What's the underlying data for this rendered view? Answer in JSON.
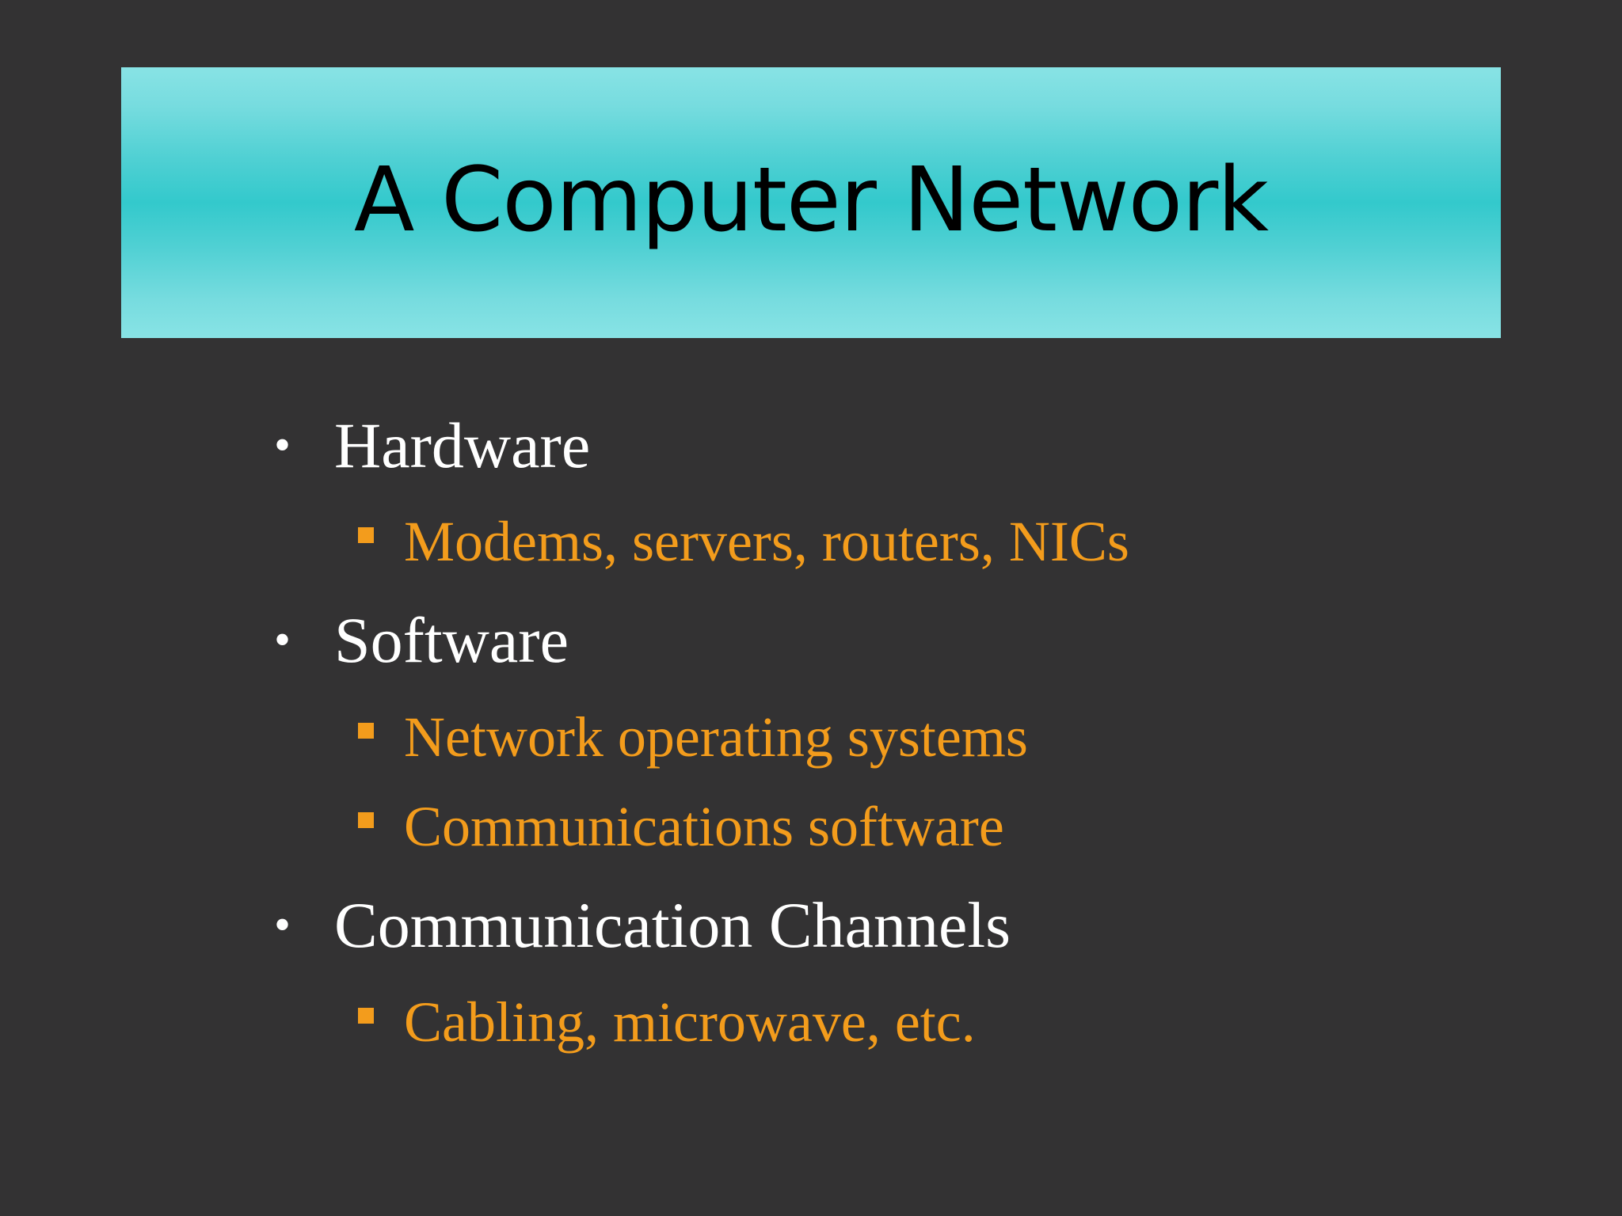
{
  "slide": {
    "title": "A Computer Network",
    "bullets": [
      {
        "label": "Hardware",
        "subitems": [
          "Modems, servers, routers, NICs"
        ]
      },
      {
        "label": "Software",
        "subitems": [
          "Network operating systems",
          "Communications software"
        ]
      },
      {
        "label": "Communication Channels",
        "subitems": [
          "Cabling, microwave, etc."
        ]
      }
    ],
    "bullet_glyph": "•",
    "colors": {
      "background": "#333233",
      "title_banner": "#33c9cc",
      "title_text": "#000000",
      "level1_text": "#ffffff",
      "level2_text": "#f39c1c"
    },
    "icons": {
      "level1": "round-bullet-icon",
      "level2": "square-bullet-icon"
    }
  }
}
